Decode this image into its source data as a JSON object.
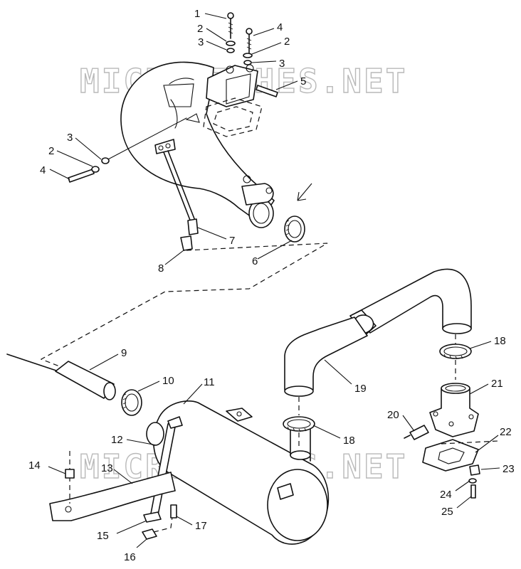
{
  "watermark": {
    "text": "MICROFICHES.NET",
    "color": "#b9b9b9"
  },
  "callouts": [
    {
      "id": "c1",
      "label": "1"
    },
    {
      "id": "c2a",
      "label": "2"
    },
    {
      "id": "c3a",
      "label": "3"
    },
    {
      "id": "c4a",
      "label": "4"
    },
    {
      "id": "c2b",
      "label": "2"
    },
    {
      "id": "c3b",
      "label": "3"
    },
    {
      "id": "c5",
      "label": "5"
    },
    {
      "id": "c3c",
      "label": "3"
    },
    {
      "id": "c2c",
      "label": "2"
    },
    {
      "id": "c4b",
      "label": "4"
    },
    {
      "id": "c7",
      "label": "7"
    },
    {
      "id": "c6",
      "label": "6"
    },
    {
      "id": "c8",
      "label": "8"
    },
    {
      "id": "c9",
      "label": "9"
    },
    {
      "id": "c10",
      "label": "10"
    },
    {
      "id": "c11",
      "label": "11"
    },
    {
      "id": "c18a",
      "label": "18"
    },
    {
      "id": "c19",
      "label": "19"
    },
    {
      "id": "c21",
      "label": "21"
    },
    {
      "id": "c20",
      "label": "20"
    },
    {
      "id": "c12",
      "label": "12"
    },
    {
      "id": "c18b",
      "label": "18"
    },
    {
      "id": "c22",
      "label": "22"
    },
    {
      "id": "c14",
      "label": "14"
    },
    {
      "id": "c13",
      "label": "13"
    },
    {
      "id": "c23",
      "label": "23"
    },
    {
      "id": "c24",
      "label": "24"
    },
    {
      "id": "c25",
      "label": "25"
    },
    {
      "id": "c17",
      "label": "17"
    },
    {
      "id": "c15",
      "label": "15"
    },
    {
      "id": "c16",
      "label": "16"
    }
  ]
}
